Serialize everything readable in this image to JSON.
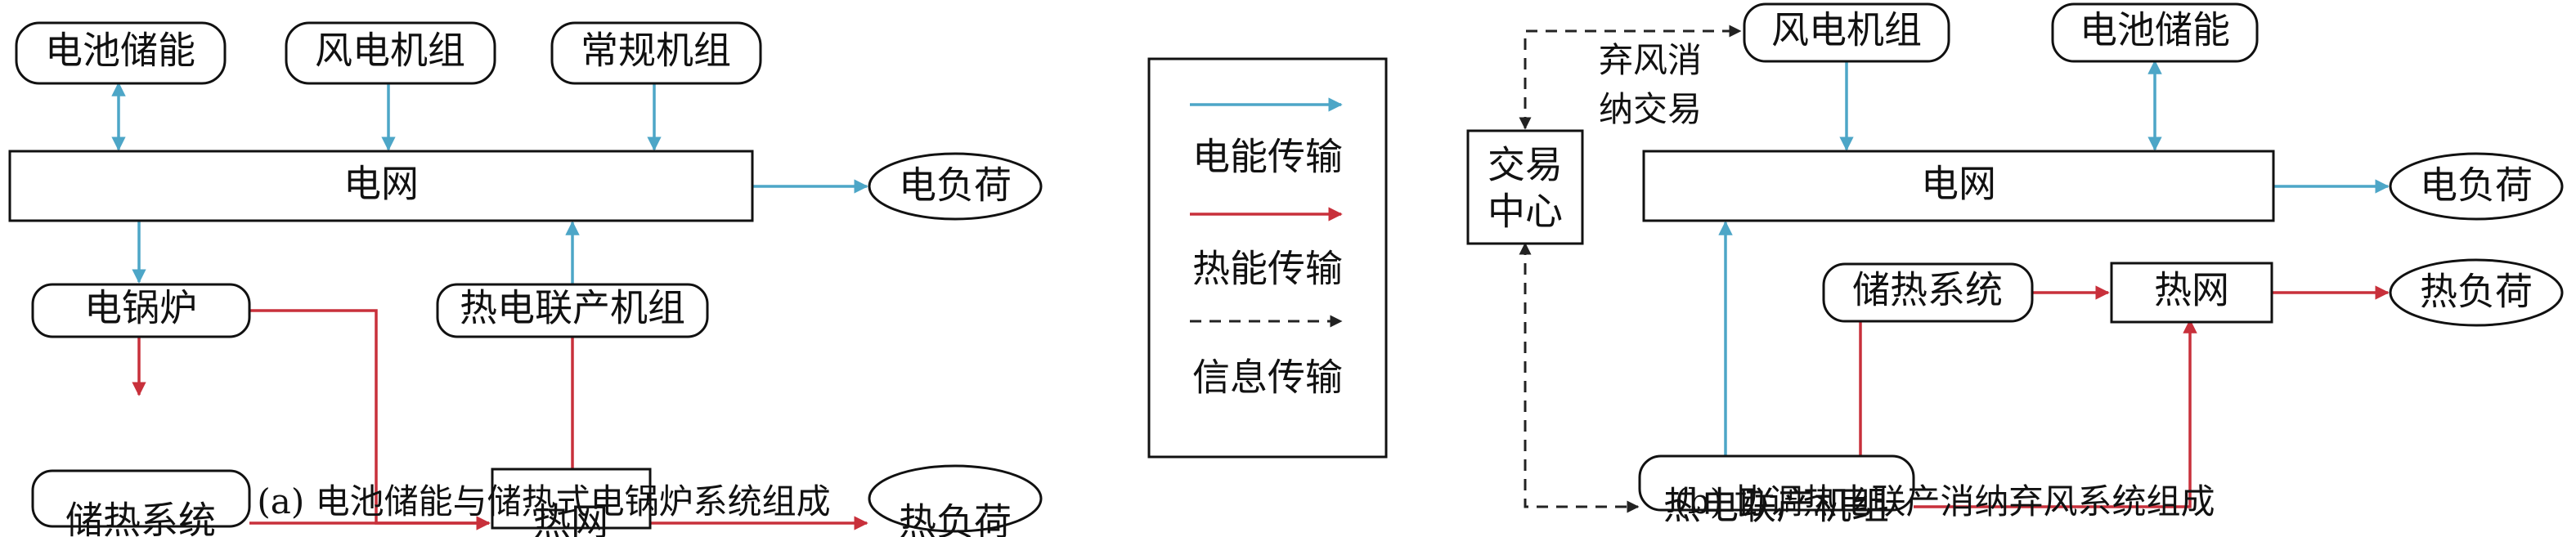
{
  "diagram_a": {
    "caption": "(a) 电池储能与储热式电锅炉系统组成",
    "nodes": {
      "battery": "电池储能",
      "wind": "风电机组",
      "conventional": "常规机组",
      "grid": "电网",
      "elec_load": "电负荷",
      "boiler": "电锅炉",
      "chp": "热电联产机组",
      "heat_storage": "储热系统",
      "heat_grid": "热网",
      "heat_load": "热负荷"
    }
  },
  "legend": {
    "items": [
      {
        "label": "电能传输",
        "color": "#4da6c7",
        "style": "solid-arrow"
      },
      {
        "label": "热能传输",
        "color": "#c8303b",
        "style": "solid-arrow"
      },
      {
        "label": "信息传输",
        "color": "#222222",
        "style": "dashed-arrow"
      }
    ]
  },
  "diagram_b": {
    "caption": "(b) 协调热电联产消纳弃风系统组成",
    "nodes": {
      "wind": "风电机组",
      "battery": "电池储能",
      "trade_center_line1": "交易",
      "trade_center_line2": "中心",
      "grid": "电网",
      "elec_load": "电负荷",
      "heat_storage": "储热系统",
      "heat_grid": "热网",
      "heat_load": "热负荷",
      "chp": "热电联产机组"
    },
    "annotation_line1": "弃风消",
    "annotation_line2": "纳交易"
  }
}
